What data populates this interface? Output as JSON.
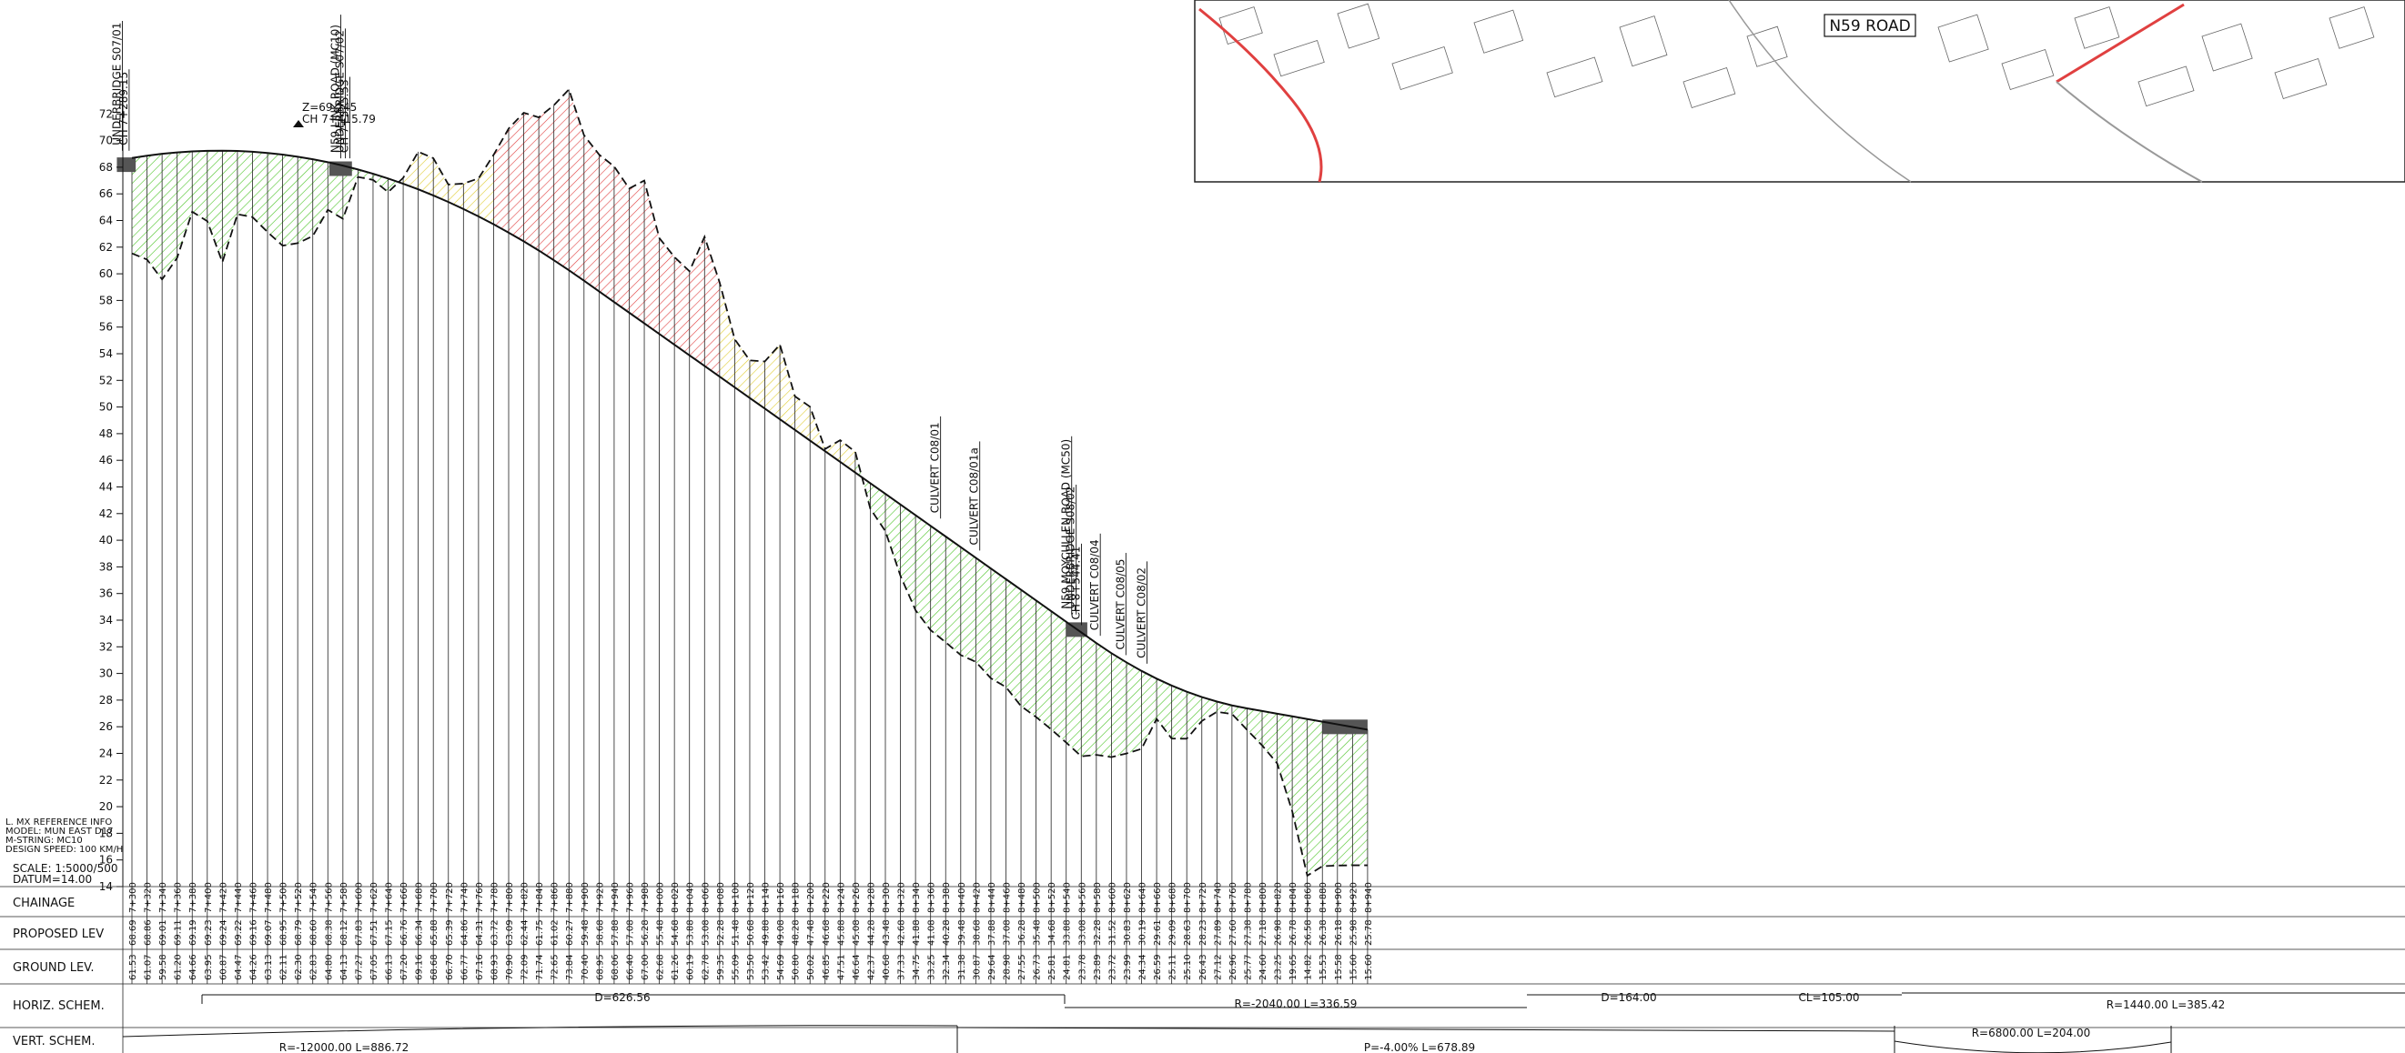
{
  "inset": {
    "road_label": "N59 ROAD"
  },
  "left_info": {
    "lines": [
      "L. MX REFERENCE INFO",
      "MODEL: MUN EAST D17",
      "M-STRING: MC10",
      "DESIGN SPEED: 100 KM/H"
    ],
    "scale": "SCALE: 1:5000/500",
    "datum": "DATUM=14.00"
  },
  "levels": {
    "min": 14,
    "max": 72,
    "step": 2
  },
  "callouts": [
    {
      "text": "UNDERBRIDGE S07/01",
      "ch": 7280
    },
    {
      "text": "CH 7+289.15",
      "ch": 7289
    },
    {
      "text": "N59 LINK ROAD (MC10)",
      "ch": 7570
    },
    {
      "text": "UNDERBRIDGE S07/02",
      "ch": 7576
    },
    {
      "text": "CH 7+575.53",
      "ch": 7582
    },
    {
      "text": "CULVERT C08/01",
      "ch": 8366
    },
    {
      "text": "CULVERT C08/01a",
      "ch": 8418
    },
    {
      "text": "N59 MOYCULLEN ROAD (MC50)",
      "ch": 8540
    },
    {
      "text": "UNDERBRIDGE S08/02",
      "ch": 8546
    },
    {
      "text": "CH 8+544.41",
      "ch": 8553
    },
    {
      "text": "CULVERT C08/04",
      "ch": 8578
    },
    {
      "text": "CULVERT C08/05",
      "ch": 8612
    },
    {
      "text": "CULVERT C08/02",
      "ch": 8640
    }
  ],
  "crest": {
    "z": "Z=69.245",
    "ch": "CH 7+415.79"
  },
  "rows": {
    "chainage": "CHAINAGE",
    "proposed": "PROPOSED LEV",
    "ground": "GROUND LEV.",
    "horiz": "HORIZ. SCHEM.",
    "vert": "VERT. SCHEM."
  },
  "horiz_segments": [
    "D=626.56",
    "R=-2040.00  L=336.59",
    "D=164.00",
    "CL=105.00",
    "R=1440.00  L=385.42"
  ],
  "vert_segments": [
    "R=-12000.00  L=886.72",
    "P=-4.00%  L=678.89",
    "R=6800.00  L=204.00"
  ],
  "chainages": [
    7300,
    7320,
    7340,
    7360,
    7380,
    7400,
    7420,
    7440,
    7460,
    7480,
    7500,
    7520,
    7540,
    7560,
    7580,
    7600,
    7620,
    7640,
    7660,
    7680,
    7700,
    7720,
    7740,
    7760,
    7780,
    7800,
    7820,
    7840,
    7860,
    7880,
    7900,
    7920,
    7940,
    7960,
    7980,
    8000,
    8020,
    8040,
    8060,
    8080,
    8100,
    8120,
    8140,
    8160,
    8180,
    8200,
    8220,
    8240,
    8260,
    8280,
    8300,
    8320,
    8340,
    8360,
    8380,
    8400,
    8420,
    8440,
    8460,
    8480,
    8500,
    8520,
    8540,
    8560,
    8580,
    8600,
    8620,
    8640,
    8660,
    8680,
    8700,
    8720,
    8740,
    8760,
    8780,
    8800,
    8820,
    8840,
    8860,
    8880,
    8900,
    8920,
    8940
  ],
  "proposed_lev": [
    68.69,
    68.86,
    69.01,
    69.11,
    69.19,
    69.23,
    69.24,
    69.22,
    69.16,
    69.07,
    68.95,
    68.79,
    68.6,
    68.38,
    68.12,
    67.83,
    67.51,
    67.15,
    66.76,
    66.34,
    65.88,
    65.39,
    64.86,
    64.31,
    63.72,
    63.09,
    62.44,
    61.75,
    61.02,
    60.27,
    59.48,
    58.68,
    57.88,
    57.08,
    56.28,
    55.48,
    54.68,
    53.88,
    53.08,
    52.28,
    51.48,
    50.68,
    49.88,
    49.08,
    48.28,
    47.48,
    46.68,
    45.88,
    45.08,
    44.28,
    43.48,
    42.68,
    41.88,
    41.08,
    40.28,
    39.48,
    38.68,
    37.88,
    37.08,
    36.28,
    35.48,
    34.68,
    33.88,
    33.08,
    32.28,
    31.52,
    30.83,
    30.19,
    29.61,
    29.09,
    28.63,
    28.23,
    27.89,
    27.6,
    27.38,
    27.18,
    26.98,
    26.78,
    26.58,
    26.38,
    26.18,
    25.98,
    25.78
  ],
  "ground_lev": [
    61.53,
    61.07,
    59.58,
    61.2,
    64.66,
    63.95,
    60.87,
    64.47,
    64.26,
    63.13,
    62.11,
    62.3,
    62.83,
    64.8,
    64.13,
    67.27,
    67.05,
    66.13,
    67.2,
    69.16,
    68.68,
    66.7,
    66.77,
    67.16,
    68.93,
    70.9,
    72.09,
    71.74,
    72.65,
    73.84,
    70.4,
    68.95,
    68.06,
    66.4,
    67.0,
    62.68,
    61.26,
    60.19,
    62.78,
    59.35,
    55.09,
    53.5,
    53.42,
    54.69,
    50.8,
    50.02,
    46.85,
    47.51,
    46.64,
    42.37,
    40.68,
    37.33,
    34.75,
    33.25,
    32.34,
    31.38,
    30.87,
    29.64,
    28.98,
    27.55,
    26.73,
    25.81,
    24.81,
    23.78,
    23.89,
    23.72,
    23.99,
    24.34,
    26.59,
    25.11,
    25.1,
    26.43,
    27.12,
    26.96,
    25.77,
    24.6,
    23.25,
    19.65,
    14.82,
    15.53,
    15.58,
    15.6,
    15.6
  ],
  "colors": {
    "cut_red": "#e04040",
    "cut_yellow": "#e8d840",
    "fill_green": "#40c020",
    "structure": "#555555"
  }
}
